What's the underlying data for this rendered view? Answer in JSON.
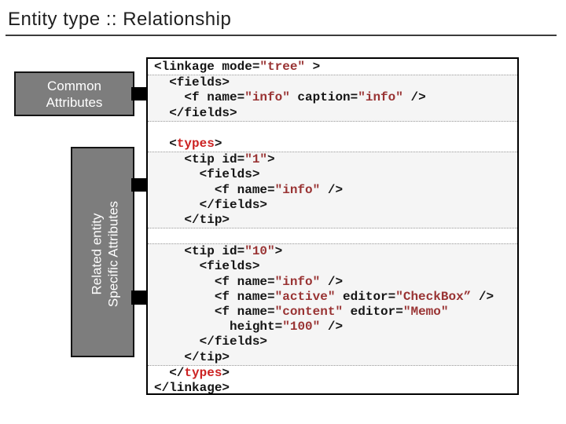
{
  "slide": {
    "title": "Entity type :: Relationship"
  },
  "boxes": {
    "common": {
      "lines": [
        "Common",
        "Attributes"
      ]
    },
    "related": {
      "lines": [
        "Related entity",
        "Specific Attributes"
      ]
    }
  },
  "colors": {
    "attribute_value_red": "#993333",
    "types_red": "#cc2222",
    "box_gray": "#7d7d7d",
    "section_stripe_gray": "#f5f5f5"
  },
  "code": {
    "sections": [
      {
        "bg": "plain",
        "lines": [
          [
            [
              "<linkage mode=",
              "k"
            ],
            [
              "\"tree\"",
              "v"
            ],
            [
              " >",
              "k"
            ]
          ]
        ]
      },
      {
        "bg": "stripe",
        "lines": [
          [
            [
              "  <fields>",
              "k"
            ]
          ],
          [
            [
              "    <f name=",
              "k"
            ],
            [
              "\"info\"",
              "v"
            ],
            [
              " caption=",
              "k"
            ],
            [
              "\"info\"",
              "v"
            ],
            [
              " />",
              "k"
            ]
          ],
          [
            [
              "  </fields>",
              "k"
            ]
          ]
        ]
      },
      {
        "bg": "plain",
        "lines": [
          [],
          [
            [
              "  <",
              "k"
            ],
            [
              "types",
              "t"
            ],
            [
              ">",
              "k"
            ]
          ]
        ]
      },
      {
        "bg": "stripe",
        "lines": [
          [
            [
              "    <tip id=",
              "k"
            ],
            [
              "\"1\"",
              "v"
            ],
            [
              ">",
              "k"
            ]
          ],
          [
            [
              "      <fields>",
              "k"
            ]
          ],
          [
            [
              "        <f name=",
              "k"
            ],
            [
              "\"info\"",
              "v"
            ],
            [
              " />",
              "k"
            ]
          ],
          [
            [
              "      </fields>",
              "k"
            ]
          ],
          [
            [
              "    </tip>",
              "k"
            ]
          ]
        ]
      },
      {
        "bg": "plain",
        "lines": [
          []
        ]
      },
      {
        "bg": "stripe",
        "lines": [
          [
            [
              "    <tip id=",
              "k"
            ],
            [
              "\"10\"",
              "v"
            ],
            [
              ">",
              "k"
            ]
          ],
          [
            [
              "      <fields>",
              "k"
            ]
          ],
          [
            [
              "        <f name=",
              "k"
            ],
            [
              "\"info\"",
              "v"
            ],
            [
              " />",
              "k"
            ]
          ],
          [
            [
              "        <f name=",
              "k"
            ],
            [
              "\"active\"",
              "v"
            ],
            [
              " editor=",
              "k"
            ],
            [
              "\"CheckBox”",
              "v"
            ],
            [
              " />",
              "k"
            ]
          ],
          [
            [
              "        <f name=",
              "k"
            ],
            [
              "\"content\"",
              "v"
            ],
            [
              " editor=",
              "k"
            ],
            [
              "\"Memo\"",
              "v"
            ]
          ],
          [
            [
              "          height=",
              "k"
            ],
            [
              "\"100\"",
              "v"
            ],
            [
              " />",
              "k"
            ]
          ],
          [
            [
              "      </fields>",
              "k"
            ]
          ],
          [
            [
              "    </tip>",
              "k"
            ]
          ]
        ]
      },
      {
        "bg": "plain",
        "lines": [
          [
            [
              "  </",
              "k"
            ],
            [
              "types",
              "t"
            ],
            [
              ">",
              "k"
            ]
          ],
          [
            [
              "</linkage>",
              "k"
            ]
          ]
        ]
      }
    ]
  }
}
